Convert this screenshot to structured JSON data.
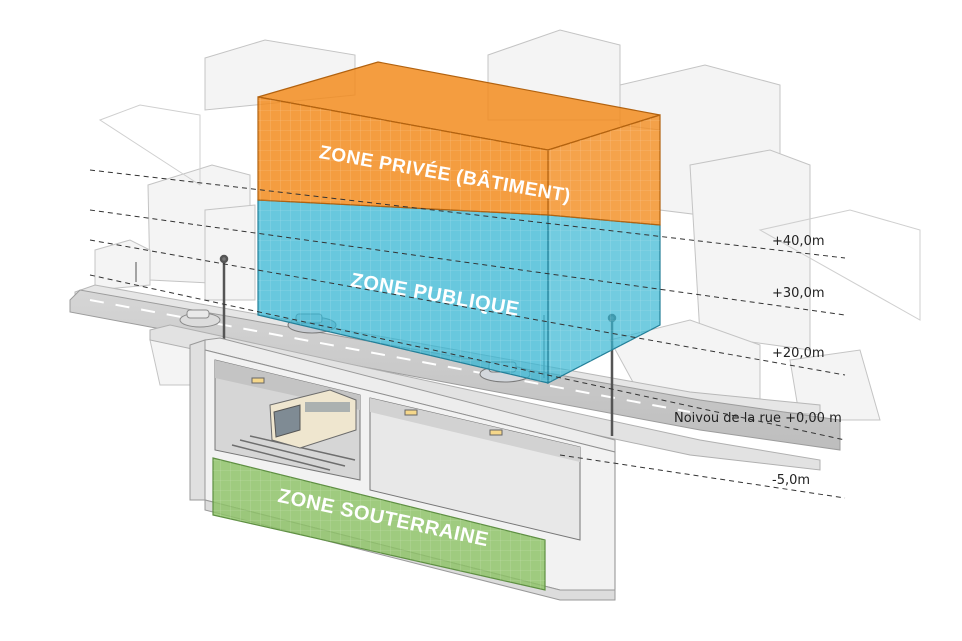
{
  "colors": {
    "zone_private": "#f28c1e",
    "zone_public": "#36b6d3",
    "zone_underground": "#8cc265",
    "dashed_lines": "#333333"
  },
  "zones": {
    "private_label": "ZONE PRIVÉE (BÂTIMENT)",
    "public_label": "ZONE PUBLIQUE",
    "underground_label": "ZONE SOUTERRAINE"
  },
  "levels": [
    {
      "label": "+40,0m"
    },
    {
      "label": "+30,0m"
    },
    {
      "label": "+20,0m"
    },
    {
      "label": "Noivou de la rue +0,00 m"
    },
    {
      "label": "-5,0m"
    }
  ]
}
